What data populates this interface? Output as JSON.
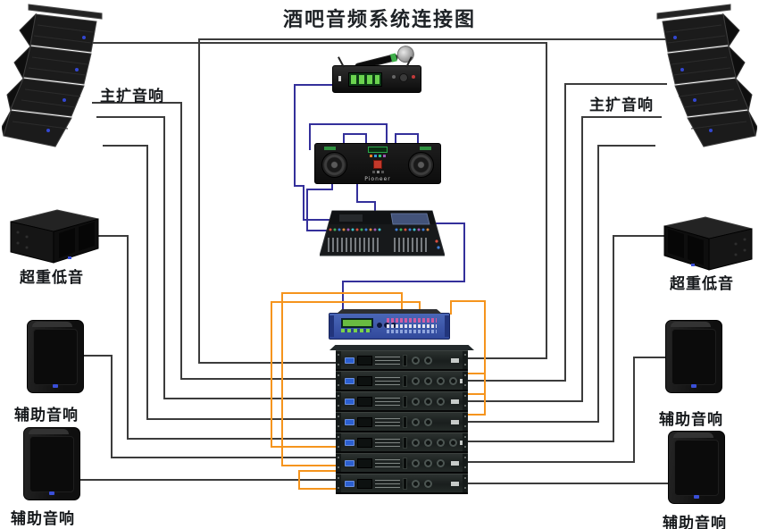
{
  "title": "酒吧音频系统连接图",
  "labels": {
    "main_speaker": "主扩音响",
    "subwoofer": "超重低音",
    "aux_speaker": "辅助音响"
  },
  "devices": {
    "dj_brand": "Pioneer"
  },
  "colors": {
    "wire_mic_mixer_signal": "#34309b",
    "wire_processor_amp_signal": "#f5941d",
    "wire_speaker_line": "#3c3c3c",
    "processor_body": "#3b59ad",
    "amp_badge_blue": "#2b5fd0",
    "lcd_green": "#7ad24a",
    "label_text": "#15181b"
  }
}
